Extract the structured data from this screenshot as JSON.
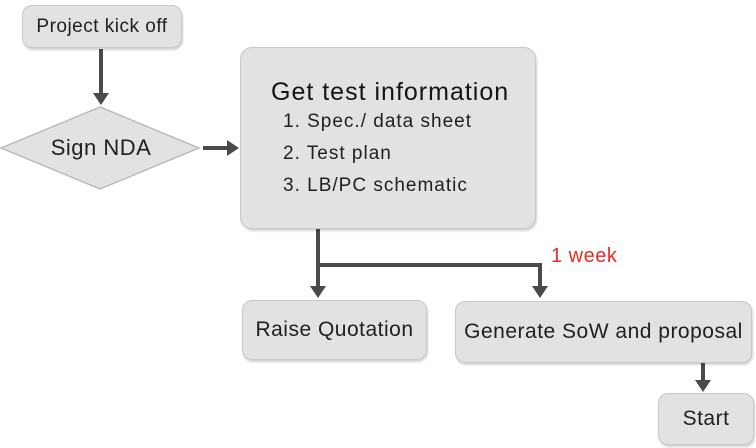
{
  "flowchart": {
    "nodes": {
      "project_kick_off": {
        "label": "Project kick off"
      },
      "sign_nda": {
        "label": "Sign NDA"
      },
      "get_test_information": {
        "title": "Get test information",
        "items": [
          "1. Spec./ data sheet",
          "2. Test plan",
          "3. LB/PC schematic"
        ]
      },
      "raise_quotation": {
        "label": "Raise Quotation"
      },
      "generate_sow_and_proposal": {
        "label": "Generate SoW and proposal"
      },
      "start": {
        "label": "Start"
      }
    },
    "annotations": {
      "duration": {
        "label": "1 week",
        "color": "#ee2a23"
      }
    },
    "colors": {
      "node_fill": "#e2e2e2",
      "node_border": "#c9c9c9",
      "arrow": "#4a4a4a",
      "text": "#1f1f1f",
      "background": "#ffffff"
    }
  }
}
